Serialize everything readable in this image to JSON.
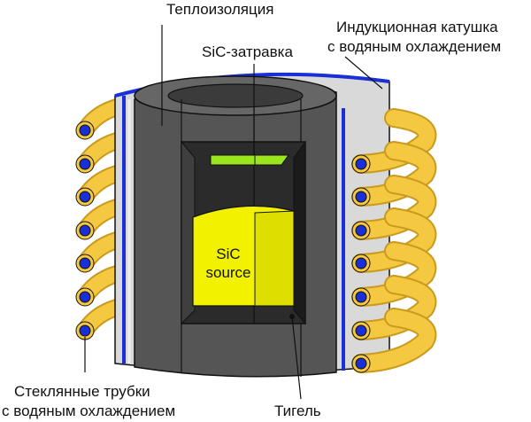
{
  "labels": {
    "insulation": "Теплоизоляция",
    "seed": "SiC-затравка",
    "coil_line1": "Индукционная катушка",
    "coil_line2": "с водяным охлаждением",
    "source_line1": "SiC",
    "source_line2": "source",
    "tubes_line1": "Стеклянные трубки",
    "tubes_line2": "с водяным охлаждением",
    "crucible": "Тигель"
  },
  "colors": {
    "coil": "#f5c842",
    "coil_edge": "#c99a1e",
    "coolant": "#1a2fd6",
    "graphite_dark": "#2b2b2b",
    "graphite": "#555555",
    "graphite_light": "#6d6d6d",
    "glass": "#d8d8d8",
    "source": "#f2f200",
    "seed": "#9be51f"
  }
}
